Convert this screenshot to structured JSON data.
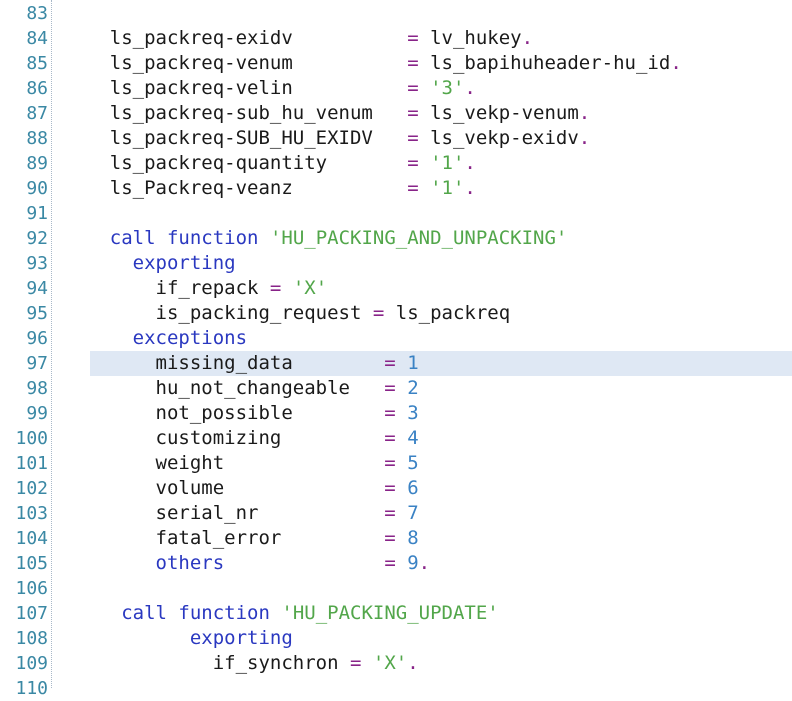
{
  "editor": {
    "lines": [
      {
        "num": "83",
        "tokens": []
      },
      {
        "num": "84",
        "tokens": [
          {
            "t": "    ",
            "k": "plain"
          },
          {
            "t": "ls_packreq-exidv          ",
            "k": "plain"
          },
          {
            "t": "=",
            "k": "op"
          },
          {
            "t": " lv_hukey",
            "k": "plain"
          },
          {
            "t": ".",
            "k": "op"
          }
        ]
      },
      {
        "num": "85",
        "tokens": [
          {
            "t": "    ",
            "k": "plain"
          },
          {
            "t": "ls_packreq-venum          ",
            "k": "plain"
          },
          {
            "t": "=",
            "k": "op"
          },
          {
            "t": " ls_bapihuheader-hu_id",
            "k": "plain"
          },
          {
            "t": ".",
            "k": "op"
          }
        ]
      },
      {
        "num": "86",
        "tokens": [
          {
            "t": "    ",
            "k": "plain"
          },
          {
            "t": "ls_packreq-velin          ",
            "k": "plain"
          },
          {
            "t": "=",
            "k": "op"
          },
          {
            "t": " ",
            "k": "plain"
          },
          {
            "t": "'3'",
            "k": "str"
          },
          {
            "t": ".",
            "k": "op"
          }
        ]
      },
      {
        "num": "87",
        "tokens": [
          {
            "t": "    ",
            "k": "plain"
          },
          {
            "t": "ls_packreq-sub_hu_venum   ",
            "k": "plain"
          },
          {
            "t": "=",
            "k": "op"
          },
          {
            "t": " ls_vekp-venum",
            "k": "plain"
          },
          {
            "t": ".",
            "k": "op"
          }
        ]
      },
      {
        "num": "88",
        "tokens": [
          {
            "t": "    ",
            "k": "plain"
          },
          {
            "t": "ls_packreq-SUB_HU_EXIDV   ",
            "k": "plain"
          },
          {
            "t": "=",
            "k": "op"
          },
          {
            "t": " ls_vekp-exidv",
            "k": "plain"
          },
          {
            "t": ".",
            "k": "op"
          }
        ]
      },
      {
        "num": "89",
        "tokens": [
          {
            "t": "    ",
            "k": "plain"
          },
          {
            "t": "ls_packreq-quantity       ",
            "k": "plain"
          },
          {
            "t": "=",
            "k": "op"
          },
          {
            "t": " ",
            "k": "plain"
          },
          {
            "t": "'1'",
            "k": "str"
          },
          {
            "t": ".",
            "k": "op"
          }
        ]
      },
      {
        "num": "90",
        "tokens": [
          {
            "t": "    ",
            "k": "plain"
          },
          {
            "t": "ls_Packreq-veanz          ",
            "k": "plain"
          },
          {
            "t": "=",
            "k": "op"
          },
          {
            "t": " ",
            "k": "plain"
          },
          {
            "t": "'1'",
            "k": "str"
          },
          {
            "t": ".",
            "k": "op"
          }
        ]
      },
      {
        "num": "91",
        "tokens": []
      },
      {
        "num": "92",
        "tokens": [
          {
            "t": "    ",
            "k": "plain"
          },
          {
            "t": "call",
            "k": "kw"
          },
          {
            "t": " ",
            "k": "plain"
          },
          {
            "t": "function",
            "k": "kw"
          },
          {
            "t": " ",
            "k": "plain"
          },
          {
            "t": "'HU_PACKING_AND_UNPACKING'",
            "k": "str"
          }
        ]
      },
      {
        "num": "93",
        "tokens": [
          {
            "t": "      ",
            "k": "plain"
          },
          {
            "t": "exporting",
            "k": "kw"
          }
        ]
      },
      {
        "num": "94",
        "tokens": [
          {
            "t": "        ",
            "k": "plain"
          },
          {
            "t": "if_repack ",
            "k": "plain"
          },
          {
            "t": "=",
            "k": "op"
          },
          {
            "t": " ",
            "k": "plain"
          },
          {
            "t": "'X'",
            "k": "str"
          }
        ]
      },
      {
        "num": "95",
        "tokens": [
          {
            "t": "        ",
            "k": "plain"
          },
          {
            "t": "is_packing_request ",
            "k": "plain"
          },
          {
            "t": "=",
            "k": "op"
          },
          {
            "t": " ls_packreq",
            "k": "plain"
          }
        ]
      },
      {
        "num": "96",
        "tokens": [
          {
            "t": "      ",
            "k": "plain"
          },
          {
            "t": "exceptions",
            "k": "kw"
          }
        ]
      },
      {
        "num": "97",
        "tokens": [
          {
            "t": "        ",
            "k": "plain"
          },
          {
            "t": "missing_data        ",
            "k": "plain"
          },
          {
            "t": "=",
            "k": "op"
          },
          {
            "t": " ",
            "k": "plain"
          },
          {
            "t": "1",
            "k": "num"
          }
        ]
      },
      {
        "num": "98",
        "tokens": [
          {
            "t": "        ",
            "k": "plain"
          },
          {
            "t": "hu_not_changeable   ",
            "k": "plain"
          },
          {
            "t": "=",
            "k": "op"
          },
          {
            "t": " ",
            "k": "plain"
          },
          {
            "t": "2",
            "k": "num"
          }
        ]
      },
      {
        "num": "99",
        "tokens": [
          {
            "t": "        ",
            "k": "plain"
          },
          {
            "t": "not_possible        ",
            "k": "plain"
          },
          {
            "t": "=",
            "k": "op"
          },
          {
            "t": " ",
            "k": "plain"
          },
          {
            "t": "3",
            "k": "num"
          }
        ]
      },
      {
        "num": "100",
        "tokens": [
          {
            "t": "        ",
            "k": "plain"
          },
          {
            "t": "customizing         ",
            "k": "plain"
          },
          {
            "t": "=",
            "k": "op"
          },
          {
            "t": " ",
            "k": "plain"
          },
          {
            "t": "4",
            "k": "num"
          }
        ]
      },
      {
        "num": "101",
        "tokens": [
          {
            "t": "        ",
            "k": "plain"
          },
          {
            "t": "weight              ",
            "k": "plain"
          },
          {
            "t": "=",
            "k": "op"
          },
          {
            "t": " ",
            "k": "plain"
          },
          {
            "t": "5",
            "k": "num"
          }
        ]
      },
      {
        "num": "102",
        "tokens": [
          {
            "t": "        ",
            "k": "plain"
          },
          {
            "t": "volume              ",
            "k": "plain"
          },
          {
            "t": "=",
            "k": "op"
          },
          {
            "t": " ",
            "k": "plain"
          },
          {
            "t": "6",
            "k": "num"
          }
        ]
      },
      {
        "num": "103",
        "tokens": [
          {
            "t": "        ",
            "k": "plain"
          },
          {
            "t": "serial_nr           ",
            "k": "plain"
          },
          {
            "t": "=",
            "k": "op"
          },
          {
            "t": " ",
            "k": "plain"
          },
          {
            "t": "7",
            "k": "num"
          }
        ]
      },
      {
        "num": "104",
        "tokens": [
          {
            "t": "        ",
            "k": "plain"
          },
          {
            "t": "fatal_error         ",
            "k": "plain"
          },
          {
            "t": "=",
            "k": "op"
          },
          {
            "t": " ",
            "k": "plain"
          },
          {
            "t": "8",
            "k": "num"
          }
        ]
      },
      {
        "num": "105",
        "tokens": [
          {
            "t": "        ",
            "k": "plain"
          },
          {
            "t": "others",
            "k": "kw"
          },
          {
            "t": "              ",
            "k": "plain"
          },
          {
            "t": "=",
            "k": "op"
          },
          {
            "t": " ",
            "k": "plain"
          },
          {
            "t": "9",
            "k": "num"
          },
          {
            "t": ".",
            "k": "op"
          }
        ]
      },
      {
        "num": "106",
        "tokens": []
      },
      {
        "num": "107",
        "tokens": [
          {
            "t": "     ",
            "k": "plain"
          },
          {
            "t": "call",
            "k": "kw"
          },
          {
            "t": " ",
            "k": "plain"
          },
          {
            "t": "function",
            "k": "kw"
          },
          {
            "t": " ",
            "k": "plain"
          },
          {
            "t": "'HU_PACKING_UPDATE'",
            "k": "str"
          }
        ]
      },
      {
        "num": "108",
        "tokens": [
          {
            "t": "           ",
            "k": "plain"
          },
          {
            "t": "exporting",
            "k": "kw"
          }
        ]
      },
      {
        "num": "109",
        "tokens": [
          {
            "t": "             ",
            "k": "plain"
          },
          {
            "t": "if_synchron ",
            "k": "plain"
          },
          {
            "t": "=",
            "k": "op"
          },
          {
            "t": " ",
            "k": "plain"
          },
          {
            "t": "'X'",
            "k": "str"
          },
          {
            "t": ".",
            "k": "op"
          }
        ]
      },
      {
        "num": "110",
        "tokens": []
      }
    ],
    "current_line": "97",
    "colors": {
      "keyword": "#2a38c0",
      "string": "#52a64a",
      "operator": "#882388",
      "number": "#3a82c4",
      "line_number": "#3a88a4",
      "current_line_bg": "#dfe8f4"
    }
  }
}
